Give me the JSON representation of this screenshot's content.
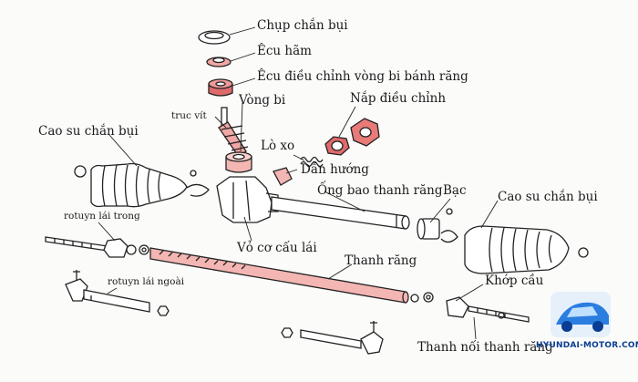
{
  "labels": {
    "chup_chan_bui": "Chụp chắn bụi",
    "ecu_ham": "Êcu hãm",
    "ecu_dieu_chinh": "Êcu điều chỉnh vòng bi bánh răng",
    "vong_bi": "Vòng bi",
    "truc_vit": "truc vít",
    "nap_dieu_chinh": "Nắp điều chỉnh",
    "lo_xo": "Lò xo",
    "dan_huong": "Dẫn hướng",
    "cao_su_left": "Cao su chắn bụi",
    "ong_bao": "Ống bao thanh răng",
    "bac": "Bạc",
    "cao_su_right": "Cao su chắn bụi",
    "rotuyn_trong": "rotuyn lái trong",
    "vo_co_cau": "Vỏ cơ cấu lái",
    "thanh_rang": "Thanh răng",
    "rotuyn_ngoai": "rotuyn lái ngoài",
    "khop_cau": "Khớp cầu",
    "thanh_noi": "Thanh nối thanh răng"
  },
  "watermark": {
    "text": "HYUNDAI-MOTOR.COM.VN"
  },
  "colors": {
    "red_part": "#e05a5a",
    "pink_part": "#f4b6b3",
    "ink": "#222222",
    "watermark": "#0a3d91"
  }
}
